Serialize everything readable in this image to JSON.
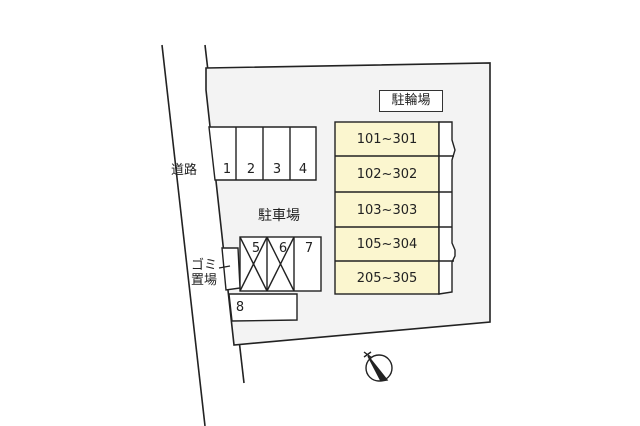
{
  "map": {
    "road_label": "道路",
    "parking_area_label": "駐車場",
    "bicycle_parking_label": "駐輪場",
    "garbage_area_label": [
      "ゴミ",
      "置場"
    ],
    "compass_icon": "north-arrow-icon",
    "colors": {
      "lot_fill": "#f3f3f3",
      "bike_fill": "#fbf6cf",
      "line": "#222222",
      "space_fill": "#ffffff"
    }
  },
  "parking_spaces": [
    {
      "number": "1",
      "status": "available"
    },
    {
      "number": "2",
      "status": "available"
    },
    {
      "number": "3",
      "status": "available"
    },
    {
      "number": "4",
      "status": "available"
    },
    {
      "number": "5",
      "status": "unavailable"
    },
    {
      "number": "6",
      "status": "unavailable"
    },
    {
      "number": "7",
      "status": "available"
    },
    {
      "number": "8",
      "status": "available"
    }
  ],
  "bicycle_slots": [
    {
      "label": "101~301"
    },
    {
      "label": "102~302"
    },
    {
      "label": "103~303"
    },
    {
      "label": "105~304"
    },
    {
      "label": "205~305"
    }
  ]
}
